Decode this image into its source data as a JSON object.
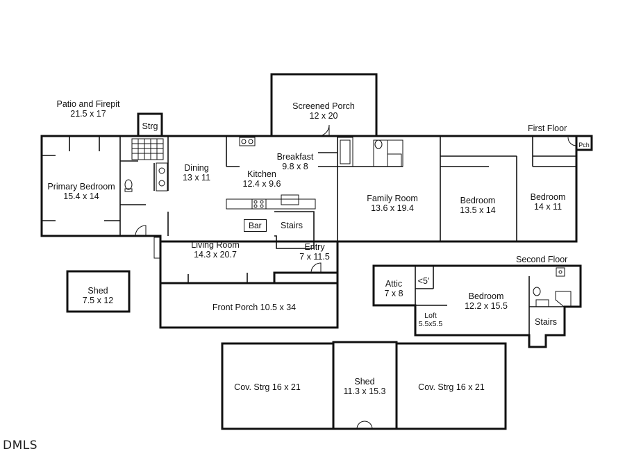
{
  "floors": {
    "first": "First Floor",
    "second": "Second Floor"
  },
  "rooms": {
    "patio": {
      "name": "Patio and Firepit",
      "dims": "21.5 x 17"
    },
    "strg": {
      "name": "Strg"
    },
    "screened_porch": {
      "name": "Screened Porch",
      "dims": "12 x 20"
    },
    "breakfast": {
      "name": "Breakfast",
      "dims": "9.8 x 8"
    },
    "pch": {
      "name": "Pch"
    },
    "dining": {
      "name": "Dining",
      "dims": "13 x 11"
    },
    "kitchen": {
      "name": "Kitchen",
      "dims": "12.4 x 9.6"
    },
    "primary_bedroom": {
      "name": "Primary Bedroom",
      "dims": "15.4 x 14"
    },
    "family_room": {
      "name": "Family Room",
      "dims": "13.6 x 19.4"
    },
    "bedroom_1": {
      "name": "Bedroom",
      "dims": "13.5 x 14"
    },
    "bedroom_2": {
      "name": "Bedroom",
      "dims": "14 x 11"
    },
    "bar": {
      "name": "Bar"
    },
    "stairs_1": {
      "name": "Stairs"
    },
    "entry": {
      "name": "Entry",
      "dims": "7 x 11.5"
    },
    "living_room": {
      "name": "Living Room",
      "dims": "14.3 x 20.7"
    },
    "shed_small": {
      "name": "Shed",
      "dims": "7.5 x 12"
    },
    "front_porch": {
      "name": "Front Porch 10.5 x 34"
    },
    "attic": {
      "name": "Attic",
      "dims": "7 x 8"
    },
    "attic_low": {
      "name": "<5'"
    },
    "bedroom_up": {
      "name": "Bedroom",
      "dims": "12.2 x 15.5"
    },
    "loft": {
      "name": "Loft",
      "dims": "5.5x5.5"
    },
    "stairs_2": {
      "name": "Stairs"
    },
    "cov_strg_left": {
      "name": "Cov. Strg 16 x 21"
    },
    "shed_big": {
      "name": "Shed",
      "dims": "11.3 x 15.3"
    },
    "cov_strg_right": {
      "name": "Cov. Strg 16 x 21"
    }
  },
  "logo": "DMLS"
}
